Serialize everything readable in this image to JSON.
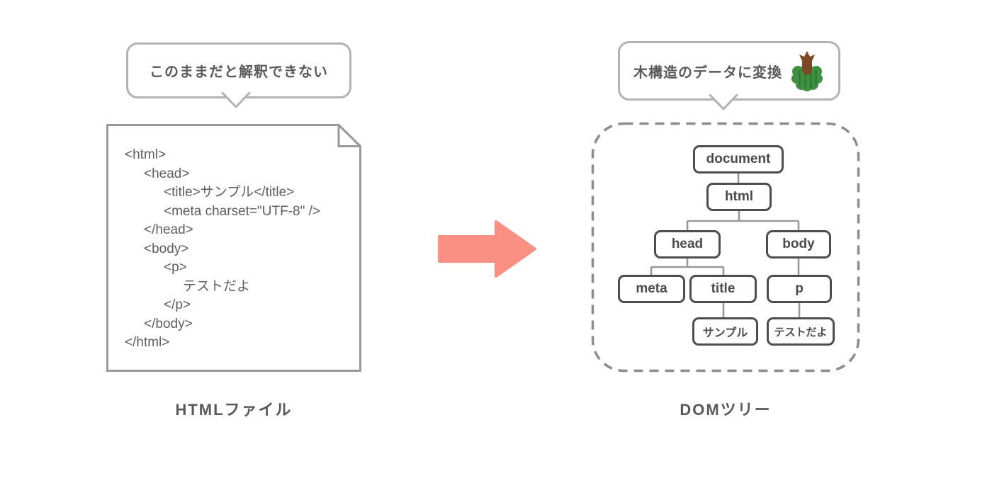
{
  "left_panel": {
    "bubble_text": "このままだと解釈できない",
    "caption": "HTMLファイル",
    "code_lines": [
      {
        "t": "<html>"
      },
      {
        "t": "<head>"
      },
      {
        "t": "<title>サンプル</title>"
      },
      {
        "t": "<meta charset=\"UTF-8\" />"
      },
      {
        "t": "</head>"
      },
      {
        "t": "<body>"
      },
      {
        "t": "<p>"
      },
      {
        "t": "テストだよ"
      },
      {
        "t": "</p>"
      },
      {
        "t": "</body>"
      },
      {
        "t": "</html>"
      }
    ]
  },
  "right_panel": {
    "bubble_text": "木構造のデータに変換",
    "caption": "DOMツリー",
    "nodes": [
      {
        "label": "document"
      },
      {
        "label": "html"
      },
      {
        "label": "head"
      },
      {
        "label": "body"
      },
      {
        "label": "meta"
      },
      {
        "label": "title"
      },
      {
        "label": "p"
      },
      {
        "label": "サンプル"
      },
      {
        "label": "テストだよ"
      }
    ]
  },
  "icons": {
    "arrow": "transform-right-arrow",
    "tree": "inverted-tree"
  },
  "colors": {
    "arrow": "#fa9084",
    "bubble_border": "#b3b3b3",
    "text_gray": "#595959",
    "node_border": "#4d4d4d",
    "connector": "#999999",
    "document_border": "#999999",
    "dashed_border": "#8c8c8c",
    "tree_leaf_green": "#3d9140",
    "tree_trunk_brown": "#7b4a22"
  }
}
